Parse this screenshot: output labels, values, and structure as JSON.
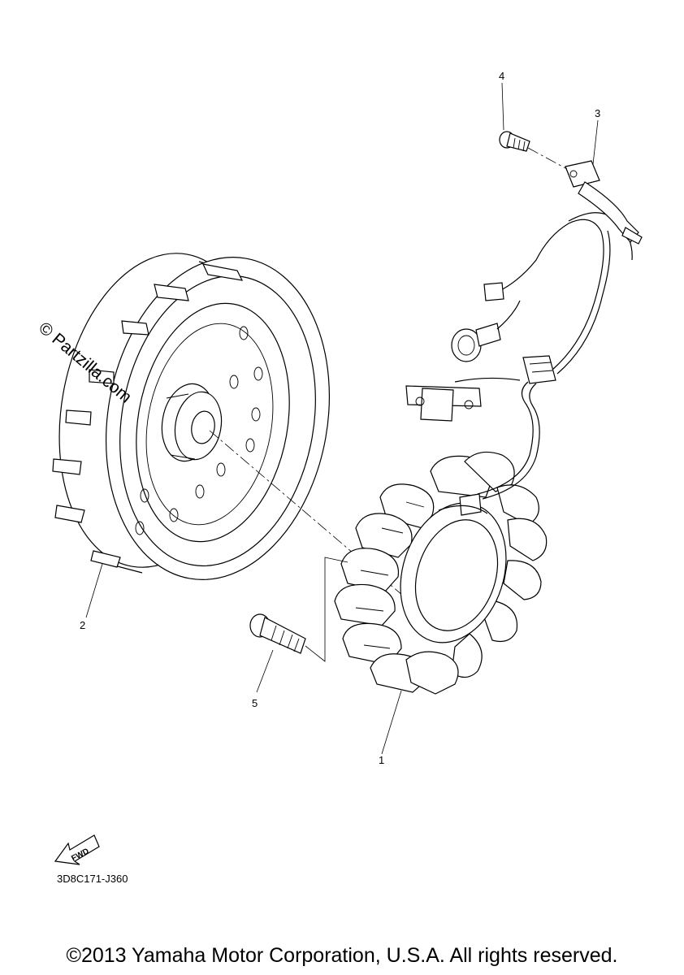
{
  "watermark": "© Partzilla.com",
  "callouts": [
    "1",
    "2",
    "3",
    "4",
    "5"
  ],
  "direction_badge": "FWD",
  "part_code": "3D8C171-J360",
  "copyright": "©2013 Yamaha Motor Corporation, U.S.A. All rights reserved."
}
